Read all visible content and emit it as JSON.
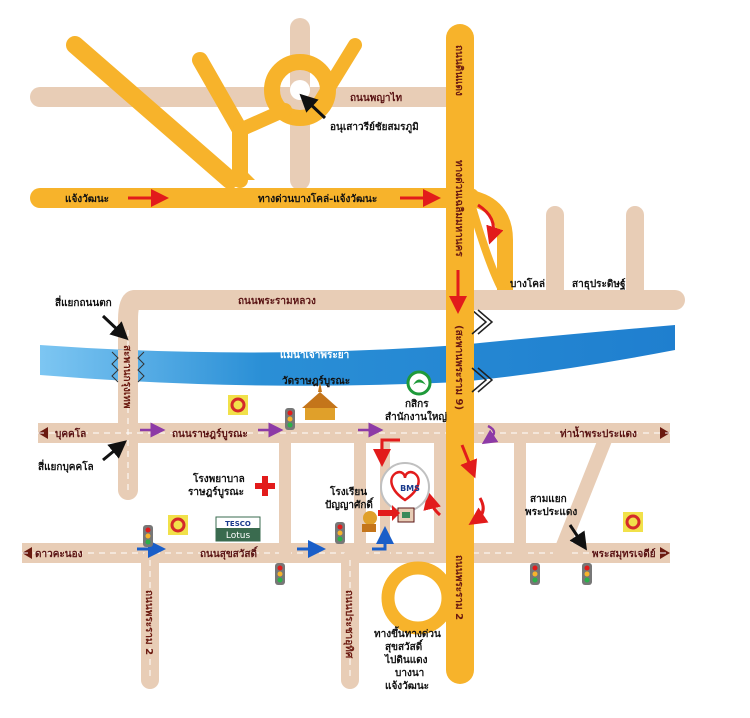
{
  "roads": {
    "phaya_thai": "ถนนพญาไท",
    "din_daeng": "ถนนดินแดง",
    "expressway": "ทางด่วนบางโคล่-แจ้งวัฒนะ",
    "chaeng_wattana": "แจ้งวัฒนะ",
    "rama3_expressway": "ทางด่วนเฉลิมมหานคร",
    "bang_khlo": "บางโคล่",
    "sathu_pradit": "สาธุประดิษฐ์",
    "phra_ram_luang": "ถนนพระรามหลวง",
    "river": "แม่น้ำเจ้าพระยา",
    "taksin_bridge": "สะพานกรุงเทพ",
    "rat_burana": "ถนนราษฎร์บูรณะ",
    "bukkhalo": "บุคคโล",
    "tha_nam": "ท่าน้ำพระประแดง",
    "dao_khanong": "ดาวคะนอง",
    "suk_sawat": "ถนนสุขสวัสดิ์",
    "phra_samut": "พระสมุทรเจดีย์",
    "rama2": "ถนนพระราม 2",
    "pracha_uthit": "ถนนประชาอุทิศ",
    "rama9_bridge": "(สะพานพระราม 9)",
    "rama2_vertical": "ถนนพระราม 2"
  },
  "places": {
    "monument": "อนุเสาวรีย์ชัยสมรภูมิ",
    "intersection_taksin": "สี่แยกถนนตก",
    "intersection_bukkhalo": "สี่แยกบุคคโล",
    "wat": "วัดราษฎร์บูรณะ",
    "kasikorn_line1": "กสิกร",
    "kasikorn_line2": "สำนักงานใหญ่",
    "hospital_line1": "โรงพยาบาล",
    "hospital_line2": "ราษฎร์บูรณะ",
    "school_line1": "โรงเรียน",
    "school_line2": "ปัญญาศักดิ์",
    "bms": "BMS",
    "three_way_line1": "สามแยก",
    "three_way_line2": "พระประแดง",
    "expressway_entry_line1": "ทางขึ้นทางด่วน",
    "expressway_entry_line2": "สุขสวัสดิ์",
    "expressway_entry_line3": "ไปดินแดง",
    "expressway_entry_line4": "บางนา",
    "expressway_entry_line5": "แจ้งวัฒนะ",
    "tesco_top": "TESCO",
    "tesco_bottom": "Lotus"
  },
  "colors": {
    "road": "#e8cdb6",
    "highway": "#f7b32b",
    "river": "#2a8fd6",
    "arrow_red": "#e21b1b",
    "arrow_blue": "#1a5ec8",
    "arrow_purple": "#8d3aa6",
    "text": "#5a1414"
  }
}
